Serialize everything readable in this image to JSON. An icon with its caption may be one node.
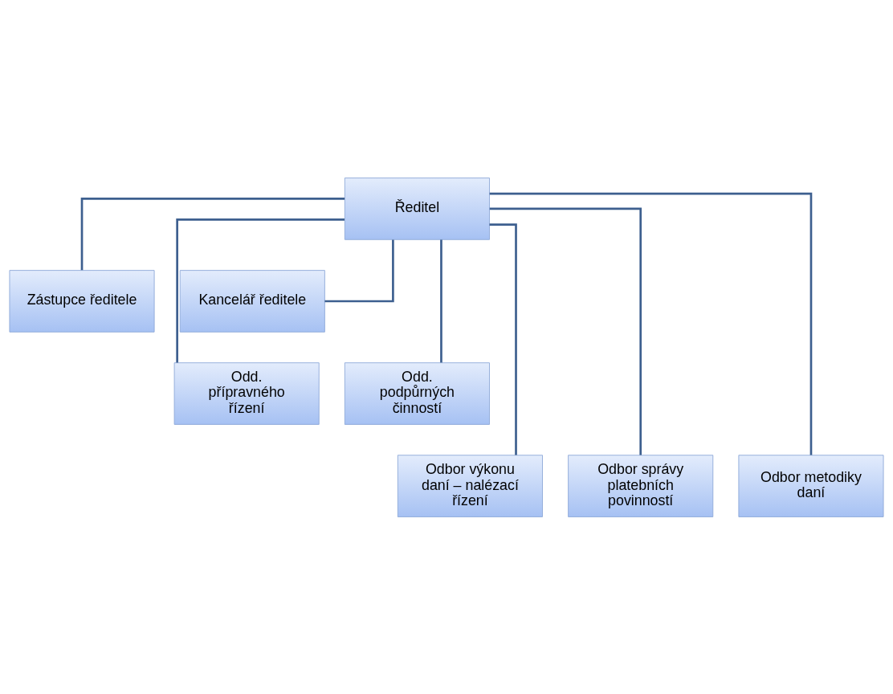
{
  "diagram": {
    "nodes": [
      {
        "text": [
          "Ředitel"
        ]
      },
      {
        "text": [
          "Zástupce ředitele"
        ]
      },
      {
        "text": [
          "Kancelář ředitele"
        ]
      },
      {
        "text": [
          "Odd. přípravného řízení"
        ]
      },
      {
        "text": [
          "Odd. podpůrných činností"
        ]
      },
      {
        "text": [
          "Odbor výkonu daní – nalézací řízení"
        ]
      },
      {
        "text": [
          "Odbor správy platebních povinností"
        ]
      },
      {
        "text": [
          "Odbor metodiky daní"
        ]
      }
    ],
    "edges": [
      {
        "from": 0,
        "to": 1,
        "arrow": "none"
      },
      {
        "from": 0,
        "to": 2,
        "arrow": "none"
      },
      {
        "from": 0,
        "to": 3,
        "arrow": "none"
      },
      {
        "from": 0,
        "to": 4,
        "arrow": "none"
      },
      {
        "from": 0,
        "to": 5,
        "arrow": "none"
      },
      {
        "from": 0,
        "to": 6,
        "arrow": "none"
      },
      {
        "from": 0,
        "to": 7,
        "arrow": "none"
      }
    ]
  }
}
